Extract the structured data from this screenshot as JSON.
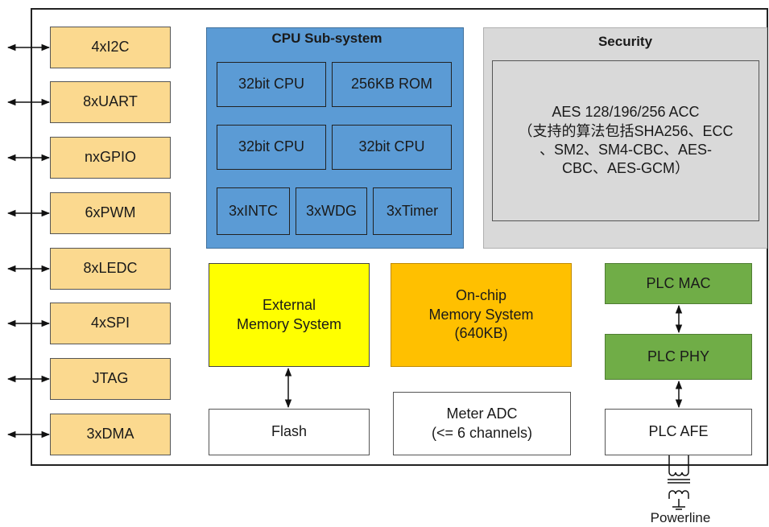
{
  "peripherals": [
    "4xI2C",
    "8xUART",
    "nxGPIO",
    "6xPWM",
    "8xLEDC",
    "4xSPI",
    "JTAG",
    "3xDMA"
  ],
  "cpu": {
    "title": "CPU Sub-system",
    "cells": [
      "32bit CPU",
      "256KB ROM",
      "32bit CPU",
      "32bit CPU",
      "3xINTC",
      "3xWDG",
      "3xTimer"
    ]
  },
  "security": {
    "title": "Security",
    "lines": [
      "AES 128/196/256 ACC",
      "（支持的算法包括SHA256、ECC",
      "、SM2、SM4-CBC、AES-",
      "CBC、AES-GCM）"
    ]
  },
  "external_memory": {
    "lines": [
      "External",
      "Memory System"
    ]
  },
  "onchip_memory": {
    "lines": [
      "On-chip",
      "Memory System",
      "(640KB)"
    ]
  },
  "flash": "Flash",
  "meter_adc": {
    "lines": [
      "Meter ADC",
      "(<= 6 channels)"
    ]
  },
  "plc": {
    "mac": "PLC MAC",
    "phy": "PLC PHY",
    "afe": "PLC AFE"
  },
  "powerline": "Powerline",
  "colors": {
    "peripheral": "#fbd98f",
    "cpu": "#5b9bd5",
    "security": "#d9d9d9",
    "external_memory": "#ffff00",
    "onchip_memory": "#ffc000",
    "plc": "#70ad47"
  }
}
